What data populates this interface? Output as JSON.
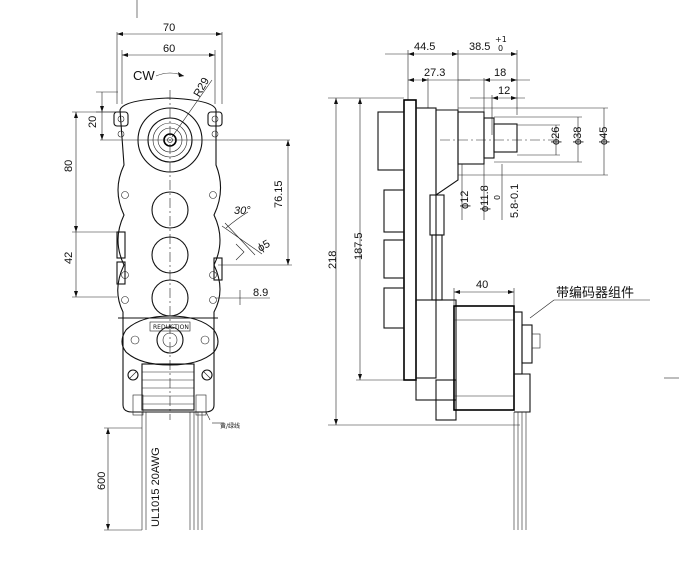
{
  "front_view": {
    "width_outer": "70",
    "width_inner": "60",
    "rotation": "CW",
    "radius": "R29",
    "dim_top_offset": "20",
    "dim_gear_pitch": "80",
    "dim_mount_spacing": "42",
    "dim_right_height": "76.15",
    "angle": "30°",
    "hole_dia": "ϕ5",
    "dim_small": "8.9",
    "lead_length": "600",
    "lead_spec": "UL1015 20AWG",
    "lead_label": "黄/绿线",
    "label_plate": "REDUCTION"
  },
  "side_view": {
    "dim_44_5": "44.5",
    "dim_38_5": "38.5",
    "dim_38_5_tol": "+1",
    "dim_38_5_tol2": "0",
    "dim_27_3": "27.3",
    "dim_18": "18",
    "dim_12": "12",
    "dia_26": "ϕ26",
    "dia_38": "ϕ38",
    "dia_45": "ϕ45",
    "dia_12": "ϕ12",
    "dia_11_8": "ϕ11.8",
    "dia_tol_0": "0",
    "dia_tol_range": "5.8-0.1",
    "height_total": "218",
    "height_body": "187.5",
    "motor_width": "40",
    "encoder_label": "带编码器组件"
  }
}
